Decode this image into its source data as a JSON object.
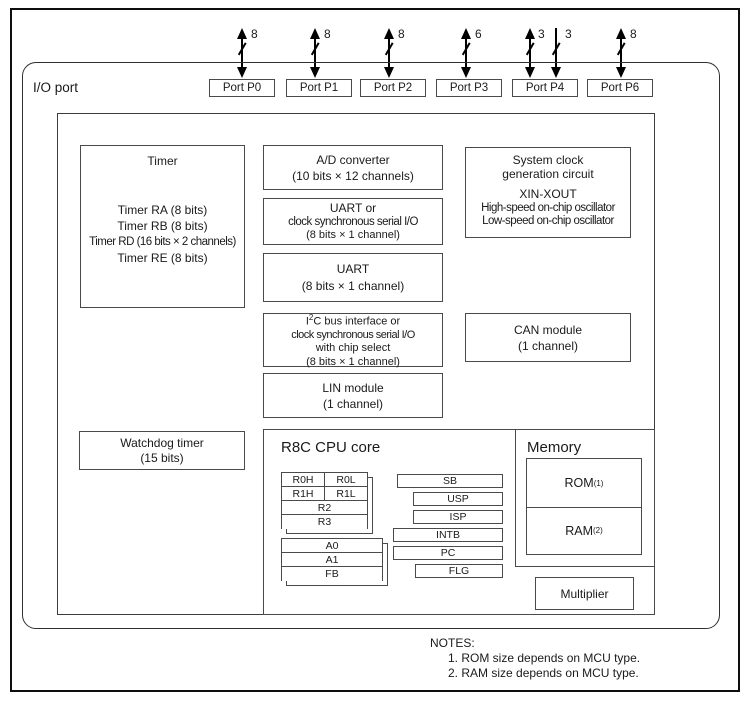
{
  "io_port": {
    "label": "I/O port"
  },
  "ports": [
    {
      "label": "Port P0",
      "arrows": [
        {
          "type": "bidirectional",
          "width": "8"
        }
      ]
    },
    {
      "label": "Port P1",
      "arrows": [
        {
          "type": "bidirectional",
          "width": "8"
        }
      ]
    },
    {
      "label": "Port P2",
      "arrows": [
        {
          "type": "bidirectional",
          "width": "8"
        }
      ]
    },
    {
      "label": "Port P3",
      "arrows": [
        {
          "type": "bidirectional",
          "width": "6"
        }
      ]
    },
    {
      "label": "Port P4",
      "arrows": [
        {
          "type": "bidirectional",
          "width": "3"
        },
        {
          "type": "input",
          "width": "3"
        }
      ]
    },
    {
      "label": "Port P6",
      "arrows": [
        {
          "type": "bidirectional",
          "width": "8"
        }
      ]
    }
  ],
  "blocks": {
    "timer": {
      "title": "Timer",
      "lines": [
        "Timer RA (8 bits)",
        "Timer RB (8 bits)",
        "Timer RD (16 bits × 2 channels)",
        "Timer RE (8 bits)"
      ]
    },
    "adc": {
      "lines": [
        "A/D converter",
        "(10 bits × 12 channels)"
      ]
    },
    "uart_sync": {
      "lines": [
        "UART or",
        "clock synchronous serial I/O",
        "(8 bits × 1 channel)"
      ]
    },
    "uart": {
      "lines": [
        "UART",
        "(8 bits × 1 channel)"
      ]
    },
    "i2c": {
      "line1_pre": "I",
      "line1_sup": "2",
      "line1_post": "C bus interface or",
      "lines": [
        "clock synchronous serial I/O",
        "with chip select",
        "(8 bits × 1 channel)"
      ]
    },
    "lin": {
      "lines": [
        "LIN module",
        "(1 channel)"
      ]
    },
    "sysclk": {
      "lines": [
        "System clock",
        "generation circuit"
      ],
      "lines2": [
        "XIN-XOUT",
        "High-speed on-chip oscillator",
        "Low-speed on-chip oscillator"
      ]
    },
    "can": {
      "lines": [
        "CAN module",
        "(1 channel)"
      ]
    },
    "watchdog": {
      "lines": [
        "Watchdog timer",
        "(15 bits)"
      ]
    },
    "cpu": {
      "title": "R8C CPU core",
      "regbank1": {
        "r0h": "R0H",
        "r0l": "R0L",
        "r1h": "R1H",
        "r1l": "R1L",
        "r2": "R2",
        "r3": "R3"
      },
      "regbank2": {
        "a0": "A0",
        "a1": "A1",
        "fb": "FB"
      },
      "regcol": [
        "SB",
        "USP",
        "ISP",
        "INTB",
        "PC",
        "FLG"
      ]
    },
    "memory": {
      "title": "Memory",
      "rom_base": "ROM",
      "rom_sup": "(1)",
      "ram_base": "RAM",
      "ram_sup": "(2)"
    },
    "multiplier": {
      "label": "Multiplier"
    }
  },
  "notes": {
    "title": "NOTES:",
    "items": [
      "1. ROM size depends on MCU type.",
      "2. RAM size depends on MCU type."
    ]
  }
}
